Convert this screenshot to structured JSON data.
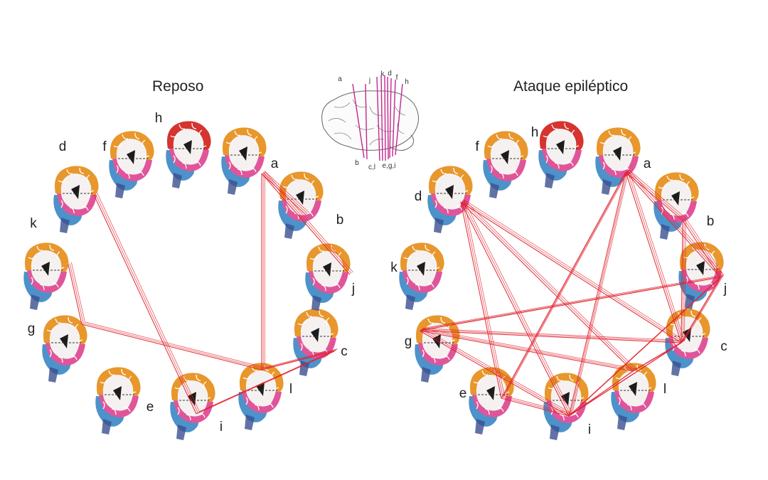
{
  "panels": {
    "left_title": "Reposo",
    "right_title": "Ataque epiléptico"
  },
  "slice_labels": [
    "a",
    "b",
    "c",
    "d",
    "e",
    "f",
    "g",
    "h",
    "i",
    "j",
    "k",
    "l"
  ],
  "inset": {
    "top_labels": [
      "a",
      "j",
      "k",
      "d",
      "f",
      "h"
    ],
    "bottom_labels": [
      "b",
      "c,l",
      "e,g,i"
    ]
  },
  "colors": {
    "connection": "#e0232e",
    "cortex_orange": "#e8972c",
    "cortex_pink": "#e0559a",
    "cortex_red": "#d5342f",
    "cerebellum_blue": "#3a86c4",
    "inset_lines": "#c2278f",
    "dashed": "#333333"
  },
  "connections": {
    "rest": [
      [
        "a",
        "b"
      ],
      [
        "a",
        "j"
      ],
      [
        "a",
        "l"
      ],
      [
        "d",
        "i"
      ],
      [
        "k",
        "g"
      ],
      [
        "g",
        "l"
      ],
      [
        "c",
        "i"
      ],
      [
        "c",
        "l"
      ]
    ],
    "seizure": [
      [
        "a",
        "b"
      ],
      [
        "a",
        "j"
      ],
      [
        "a",
        "c"
      ],
      [
        "a",
        "e"
      ],
      [
        "a",
        "i"
      ],
      [
        "d",
        "i"
      ],
      [
        "d",
        "l"
      ],
      [
        "d",
        "e"
      ],
      [
        "d",
        "c"
      ],
      [
        "b",
        "j"
      ],
      [
        "b",
        "c"
      ],
      [
        "j",
        "c"
      ],
      [
        "j",
        "g"
      ],
      [
        "g",
        "c"
      ],
      [
        "g",
        "l"
      ],
      [
        "g",
        "i"
      ],
      [
        "j",
        "i"
      ],
      [
        "c",
        "i"
      ],
      [
        "c",
        "l"
      ],
      [
        "l",
        "i"
      ],
      [
        "e",
        "i"
      ]
    ]
  }
}
